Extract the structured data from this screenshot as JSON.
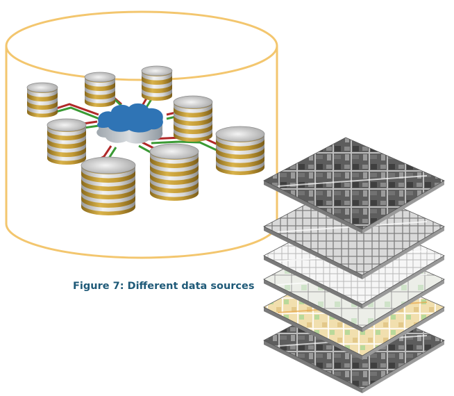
{
  "figure": {
    "caption": "Figure 7: Different data sources"
  },
  "colors": {
    "container_outline": "#f3c66e",
    "disk_gold": "#b98f2c",
    "disk_silver": "#d8d8d8",
    "link_red": "#b02828",
    "link_green": "#3a9a34",
    "cloud_blue": "#2f74b5",
    "caption_text": "#1f5a78"
  },
  "diagram": {
    "container": {
      "shape": "database-cylinder",
      "style": "outline"
    },
    "hub": {
      "icon": "cloud-icon"
    },
    "databases": [
      {
        "id": "db-1",
        "icon": "database-icon"
      },
      {
        "id": "db-2",
        "icon": "database-icon"
      },
      {
        "id": "db-3",
        "icon": "database-icon"
      },
      {
        "id": "db-4",
        "icon": "database-icon"
      },
      {
        "id": "db-5",
        "icon": "database-icon"
      },
      {
        "id": "db-6",
        "icon": "database-icon"
      },
      {
        "id": "db-7",
        "icon": "database-icon"
      },
      {
        "id": "db-8",
        "icon": "database-icon"
      }
    ],
    "links": [
      "red",
      "green"
    ],
    "map_layers": [
      {
        "id": "layer-imagery-top",
        "kind": "satellite imagery"
      },
      {
        "id": "layer-streets-gray",
        "kind": "street map"
      },
      {
        "id": "layer-streets-white",
        "kind": "street map"
      },
      {
        "id": "layer-streets-light",
        "kind": "street map"
      },
      {
        "id": "layer-streets-color",
        "kind": "colored street map"
      },
      {
        "id": "layer-imagery-bottom",
        "kind": "satellite imagery"
      }
    ]
  }
}
